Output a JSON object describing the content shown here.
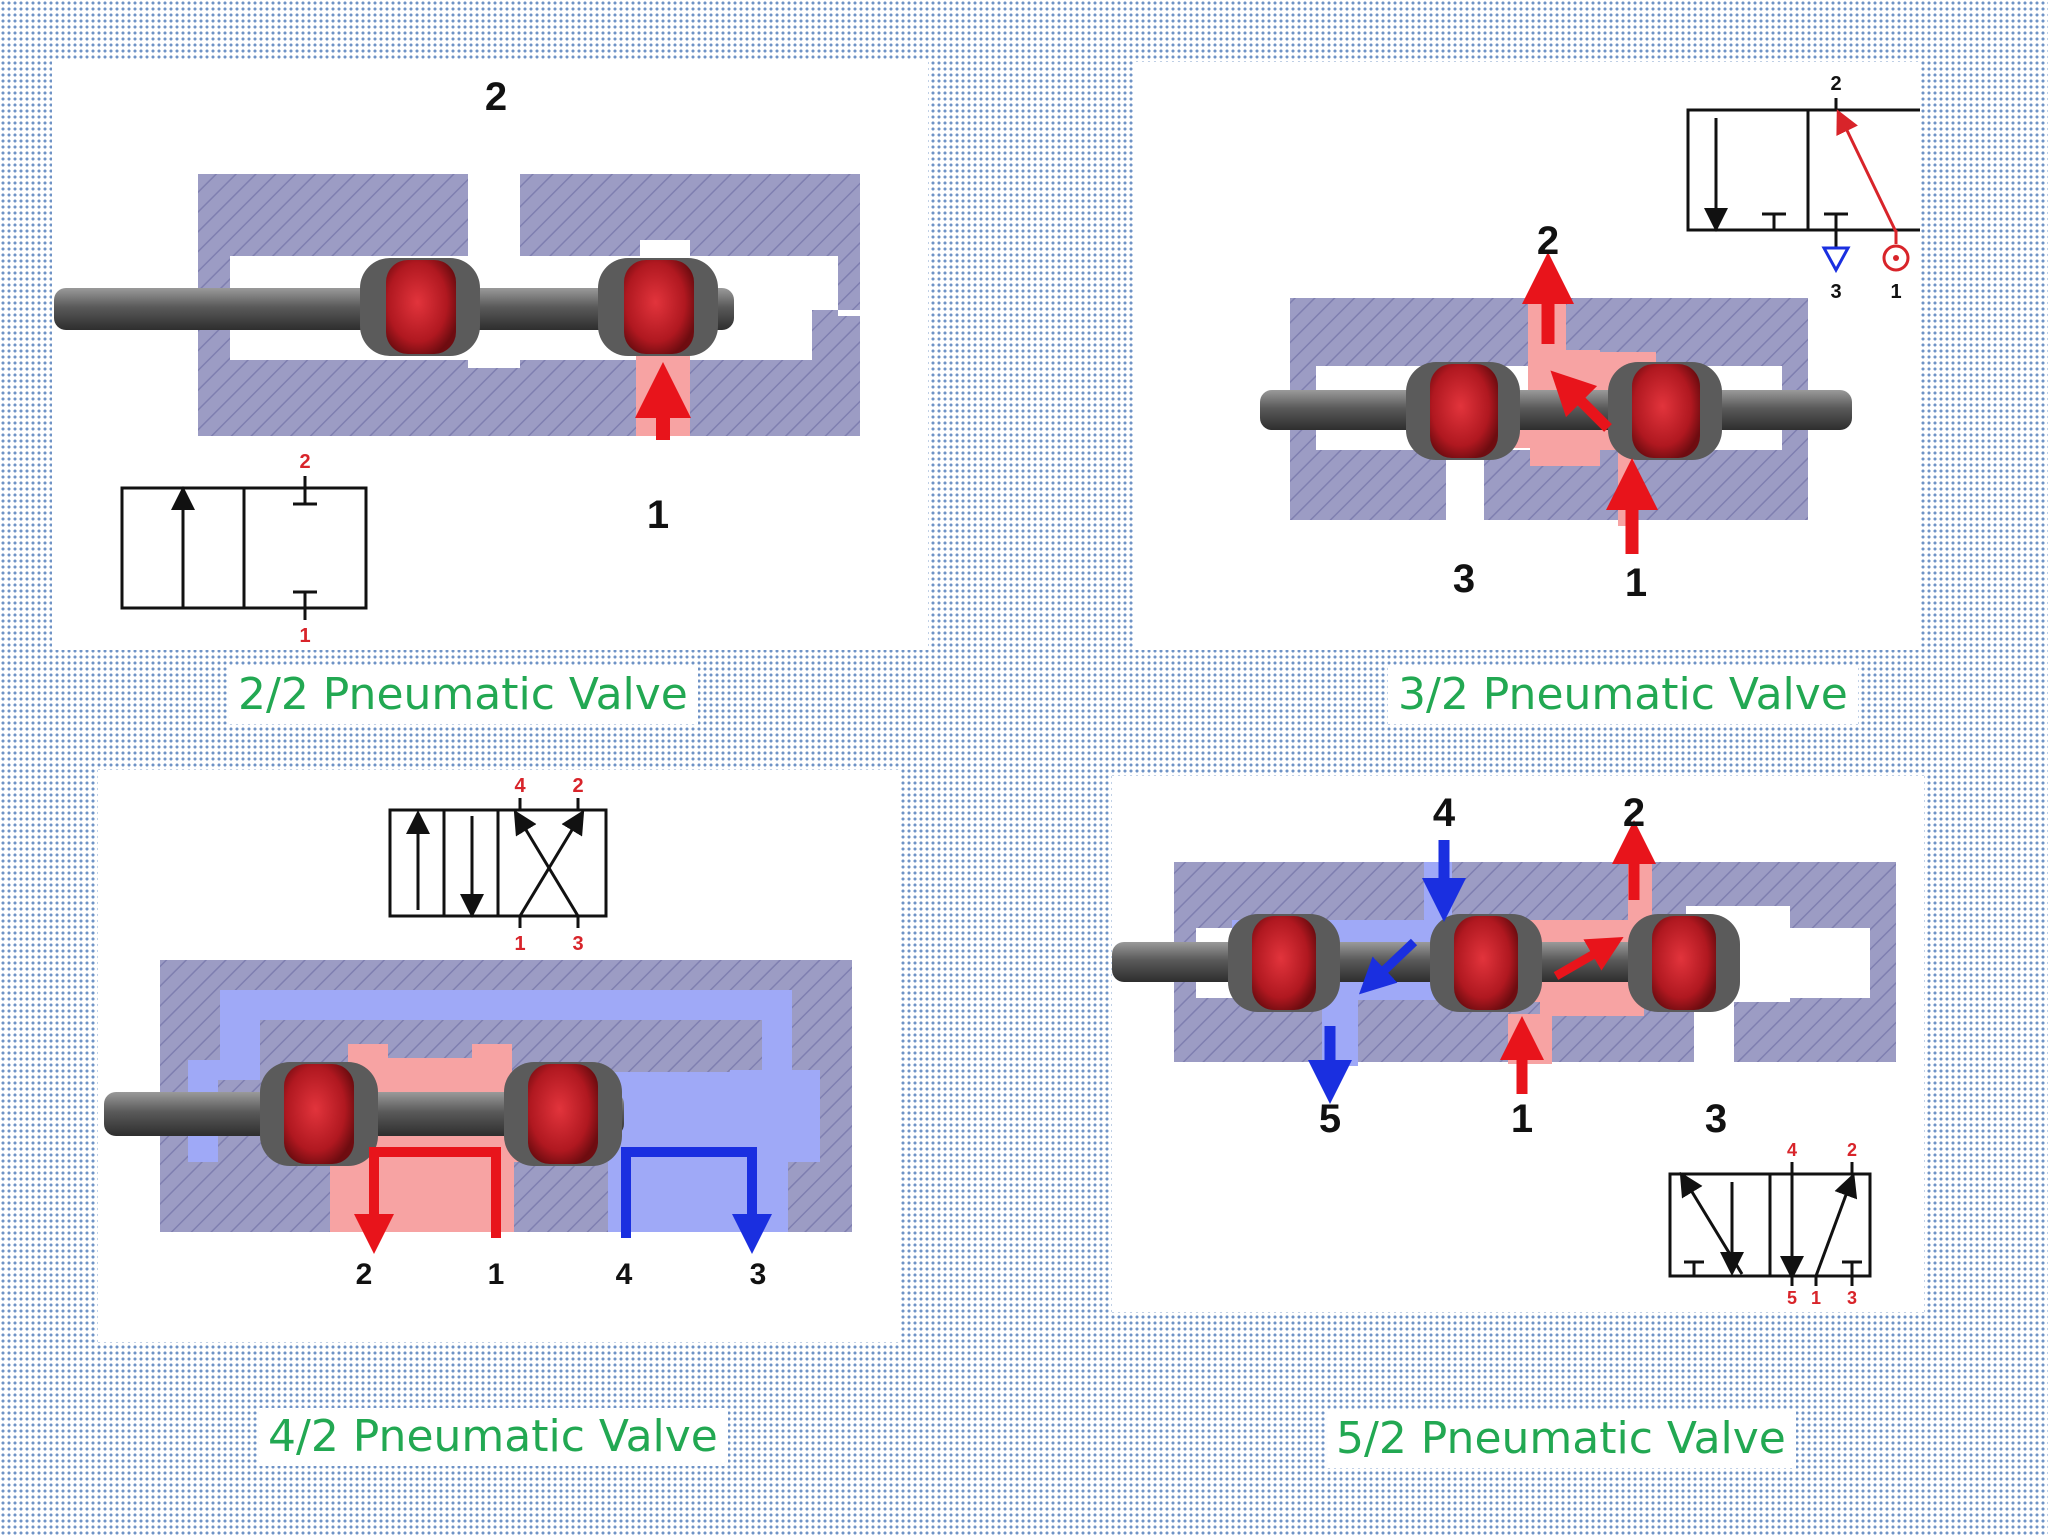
{
  "panels": [
    {
      "caption": "2/2 Pneumatic Valve",
      "ports": [
        "2",
        "1"
      ],
      "symbol_ports": [
        "2",
        "1"
      ]
    },
    {
      "caption": "3/2 Pneumatic Valve",
      "ports": [
        "2",
        "3",
        "1"
      ],
      "symbol_ports": [
        "2",
        "3",
        "1"
      ]
    },
    {
      "caption": "4/2 Pneumatic Valve",
      "ports": [
        "2",
        "1",
        "4",
        "3"
      ],
      "symbol_ports": [
        "4",
        "2",
        "1",
        "3"
      ]
    },
    {
      "caption": "5/2 Pneumatic Valve",
      "ports": [
        "4",
        "2",
        "5",
        "1",
        "3"
      ],
      "symbol_ports": [
        "4",
        "2",
        "5",
        "1",
        "3"
      ]
    }
  ],
  "colors": {
    "housing": "#9c9cc4",
    "pressure": "#f7a3a3",
    "pressure_arrow": "#e8141b",
    "exhaust": "#9fa9f7",
    "exhaust_arrow": "#1a2fe0",
    "spool": "#c81e28",
    "caption": "#22a852"
  }
}
